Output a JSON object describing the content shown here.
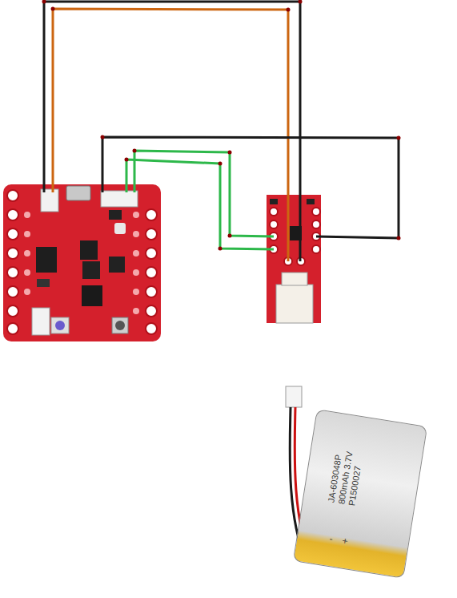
{
  "diagram": {
    "nodes": [
      {
        "text": [
          "JA-603048P",
          "800mAh 3.7V",
          "P1500027",
          "-",
          "+"
        ]
      }
    ]
  }
}
